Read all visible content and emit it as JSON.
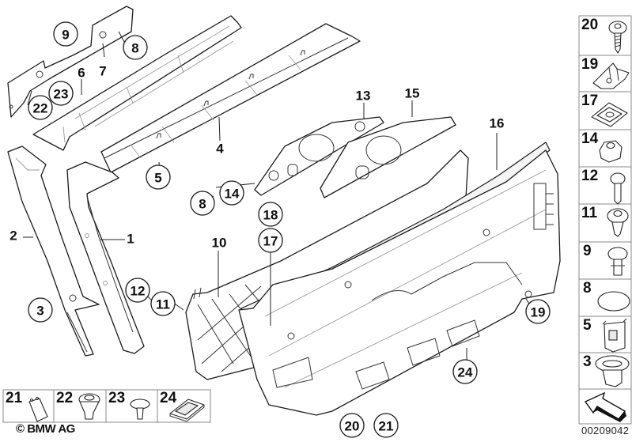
{
  "diagram": {
    "title": "Trunk lid trim panel – exploded parts diagram",
    "copyright": "© BMW AG",
    "diagram_id": "00209042"
  },
  "plain_labels": {
    "l1": "1",
    "l2": "2",
    "l4": "4",
    "l6": "6",
    "l7": "7",
    "l10": "10",
    "l13": "13",
    "l15": "15",
    "l16": "16"
  },
  "callouts": {
    "c3": "3",
    "c5": "5",
    "c8a": "8",
    "c8b": "8",
    "c9": "9",
    "c11": "11",
    "c12": "12",
    "c14": "14",
    "c17": "17",
    "c18": "18",
    "c19": "19",
    "c20": "20",
    "c21": "21",
    "c22": "22",
    "c23": "23",
    "c24": "24"
  },
  "legend_right": [
    {
      "number": "20",
      "icon": "screw-icon"
    },
    {
      "number": "19",
      "icon": "spring-clip-icon"
    },
    {
      "number": "17",
      "icon": "speed-nut-icon"
    },
    {
      "number": "14",
      "icon": "hex-nut-icon"
    },
    {
      "number": "12",
      "icon": "bolt-icon"
    },
    {
      "number": "11",
      "icon": "expanding-rivet-icon"
    },
    {
      "number": "9",
      "icon": "push-pin-icon"
    },
    {
      "number": "8",
      "icon": "cap-icon"
    },
    {
      "number": "5",
      "icon": "clip-icon"
    },
    {
      "number": "3",
      "icon": "grommet-icon"
    },
    {
      "number": "",
      "icon": "direction-arrow-icon"
    }
  ],
  "legend_bottom": [
    {
      "number": "21",
      "icon": "pad-icon"
    },
    {
      "number": "22",
      "icon": "cone-plug-icon"
    },
    {
      "number": "23",
      "icon": "rivet-icon"
    },
    {
      "number": "24",
      "icon": "rubber-buffer-icon"
    }
  ]
}
